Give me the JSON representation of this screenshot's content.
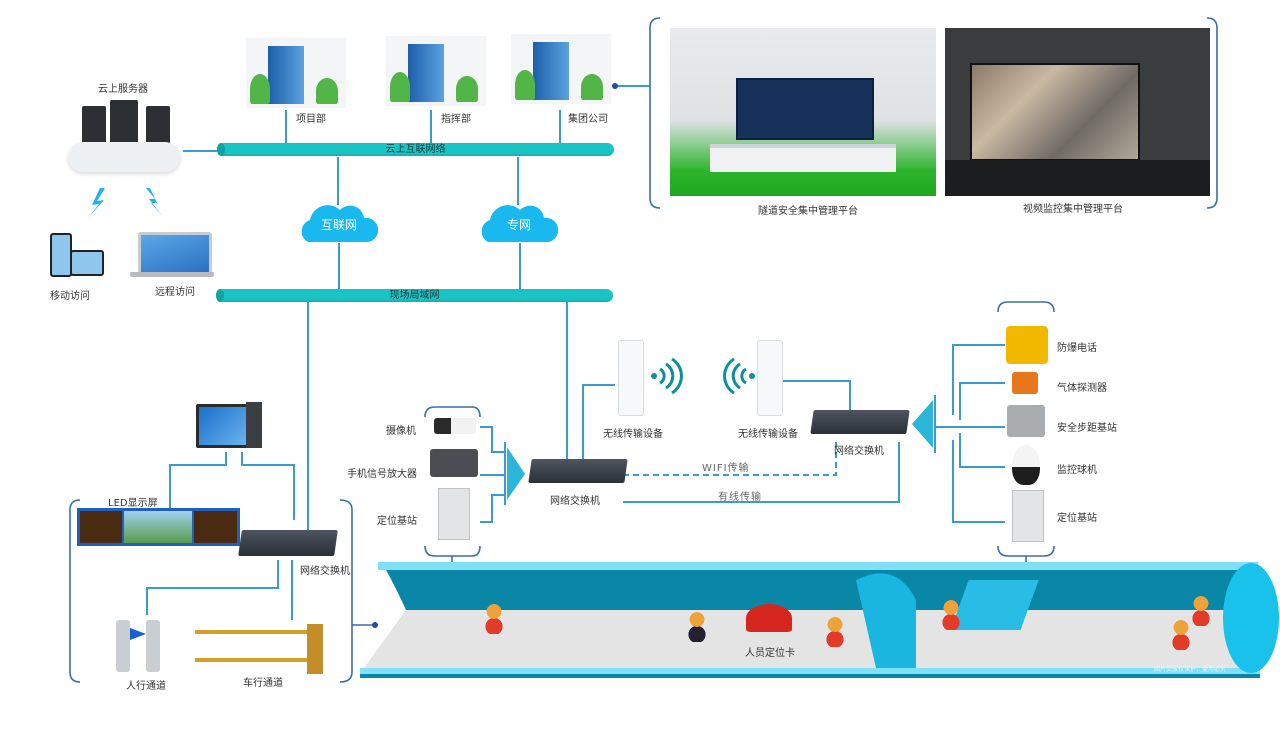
{
  "cloud_servers": {
    "title": "云上服务器",
    "mobile_access": "移动访问",
    "remote_access": "远程访问"
  },
  "offices": [
    {
      "label": "项目部"
    },
    {
      "label": "指挥部"
    },
    {
      "label": "集团公司"
    }
  ],
  "networks": {
    "cloud_interconnect": "云上互联网络",
    "internet": "互联网",
    "private_net": "专网",
    "site_lan": "现场局域网"
  },
  "platforms": [
    {
      "label": "隧道安全集中管理平台"
    },
    {
      "label": "视频监控集中管理平台"
    }
  ],
  "left_site": {
    "led_screen": "LED显示屏",
    "switch": "网络交换机",
    "pedestrian_gate": "人行通道",
    "vehicle_gate": "车行通道"
  },
  "center_site": {
    "camera": "摄像机",
    "signal_amplifier": "手机信号放大器",
    "positioning_station": "定位基站",
    "switch": "网络交换机",
    "wireless_device_1": "无线传输设备",
    "wireless_device_2": "无线传输设备",
    "wifi_link": "WIFI传输",
    "wired_link": "有线传输"
  },
  "right_site": {
    "switch": "网络交换机",
    "devices": [
      {
        "label": "防爆电话"
      },
      {
        "label": "气体探测器"
      },
      {
        "label": "安全步距基站"
      },
      {
        "label": "监控球机"
      },
      {
        "label": "定位基站"
      }
    ]
  },
  "tunnel": {
    "personnel_card": "人员定位卡",
    "watermark": "图片受版权保护，盗用必究"
  },
  "colors": {
    "pipe": "#19c4c4",
    "line": "#3a9bd0",
    "cloud": "#19b8ef",
    "tunnel_dark": "#0a86a6",
    "tunnel_light": "#7fe0f6",
    "bracket": "#3b6ea5"
  }
}
